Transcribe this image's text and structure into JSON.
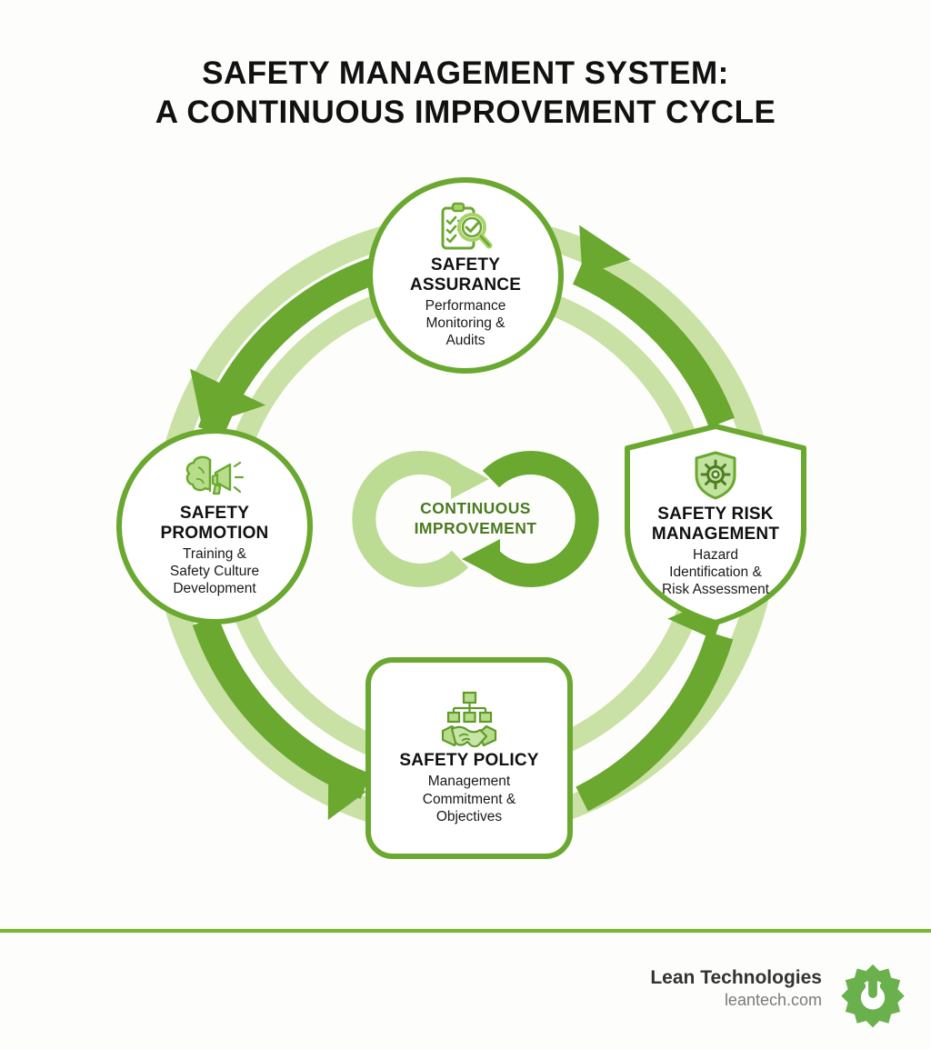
{
  "title": {
    "line1": "SAFETY MANAGEMENT SYSTEM:",
    "line2": "A CONTINUOUS IMPROVEMENT CYCLE"
  },
  "center": {
    "label_line1": "CONTINUOUS",
    "label_line2": "IMPROVEMENT",
    "icon": "two-interlocking-circular-arrows-icon"
  },
  "nodes": [
    {
      "id": "safety-assurance",
      "shape": "circle",
      "icon": "clipboard-checklist-magnifier-icon",
      "title_line1": "SAFETY",
      "title_line2": "ASSURANCE",
      "sub_line1": "Performance",
      "sub_line2": "Monitoring &",
      "sub_line3": "Audits"
    },
    {
      "id": "safety-promotion",
      "shape": "circle",
      "icon": "brain-megaphone-icon",
      "title_line1": "SAFETY",
      "title_line2": "PROMOTION",
      "sub_line1": "Training &",
      "sub_line2": "Safety Culture",
      "sub_line3": "Development"
    },
    {
      "id": "safety-risk-management",
      "shape": "shield",
      "icon": "shield-gear-icon",
      "title_line1": "SAFETY RISK",
      "title_line2": "MANAGEMENT",
      "sub_line1": "Hazard",
      "sub_line2": "Identification &",
      "sub_line3": "Risk Assessment"
    },
    {
      "id": "safety-policy",
      "shape": "rounded-square",
      "icon": "org-chart-handshake-icon",
      "title_line1": "SAFETY POLICY",
      "title_line2": "",
      "sub_line1": "Management",
      "sub_line2": "Commitment &",
      "sub_line3": "Objectives"
    }
  ],
  "footer": {
    "brand": "Lean Technologies",
    "url": "leantech.com",
    "logo_icon": "gear-power-logo-icon"
  },
  "colors": {
    "accent_green": "#76b82a",
    "node_border_green": "#6aa830",
    "arrow_dark_green": "#6aa830",
    "arrow_light_green": "#c3de9a",
    "ci_text_green": "#4b7a22",
    "icon_green": "#8cc152",
    "title_black": "#111111",
    "background": "#fdfdfc",
    "footer_brand": "#333333",
    "footer_url": "#7a7a7a"
  }
}
